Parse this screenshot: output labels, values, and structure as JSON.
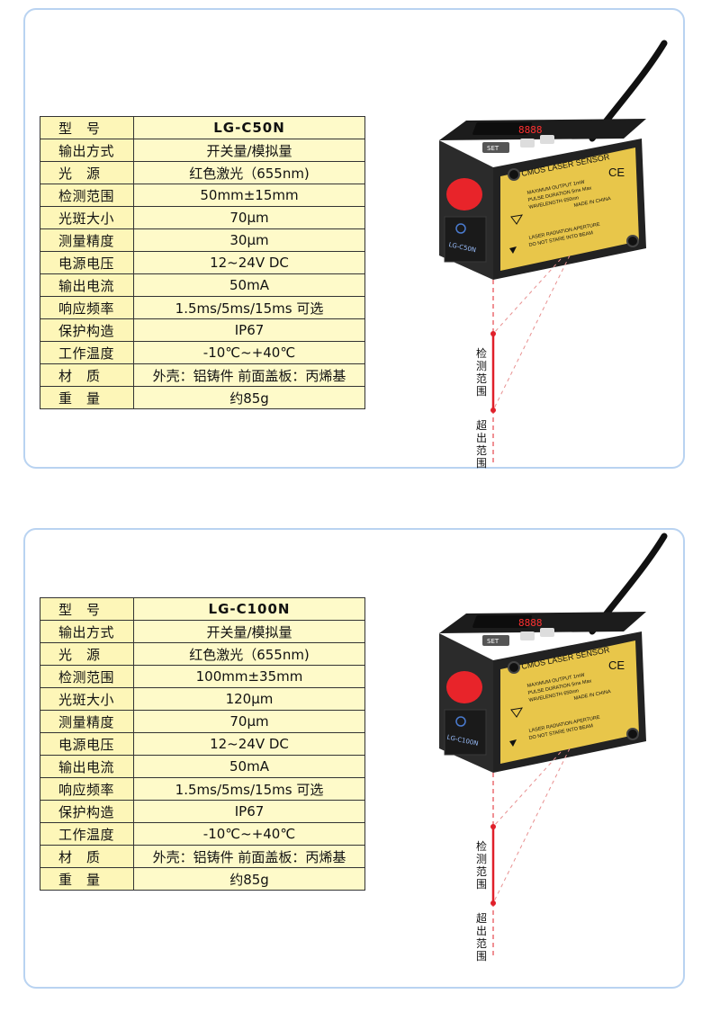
{
  "products": [
    {
      "rows": [
        {
          "label": "型　号",
          "value": "LG-C50N"
        },
        {
          "label": "输出方式",
          "value": "开关量/模拟量"
        },
        {
          "label": "光　源",
          "value": "红色激光（655nm)"
        },
        {
          "label": "检测范围",
          "value": "50mm±15mm"
        },
        {
          "label": "光斑大小",
          "value": "70μm"
        },
        {
          "label": "测量精度",
          "value": "30μm"
        },
        {
          "label": "电源电压",
          "value": "12~24V DC"
        },
        {
          "label": "输出电流",
          "value": "50mA"
        },
        {
          "label": "响应频率",
          "value": "1.5ms/5ms/15ms 可选"
        },
        {
          "label": "保护构造",
          "value": "IP67"
        },
        {
          "label": "工作温度",
          "value": "-10℃~+40℃"
        },
        {
          "label": "材　质",
          "value": "外壳：铝铸件 前面盖板：丙烯基"
        },
        {
          "label": "重　量",
          "value": "约85g"
        }
      ],
      "device": {
        "model_label": "LG-C50N",
        "title": "CMOS LASER SENSOR",
        "spec_lines": [
          "MAXIMUM OUTPUT 1mW",
          "PULSE DURATION 5ms Max",
          "WAVELENGTH 650nm"
        ],
        "made_in": "MADE IN CHINA",
        "warning": [
          "LASER RADIATION APERTURE",
          "DO NOT STARE INTO BEAM"
        ],
        "display": "8888",
        "set_btn": "SET",
        "ce": "CE"
      },
      "range_label": "检测范围",
      "beyond_label": "超出范围"
    },
    {
      "rows": [
        {
          "label": "型　号",
          "value": "LG-C100N"
        },
        {
          "label": "输出方式",
          "value": "开关量/模拟量"
        },
        {
          "label": "光　源",
          "value": "红色激光（655nm)"
        },
        {
          "label": "检测范围",
          "value": "100mm±35mm"
        },
        {
          "label": "光斑大小",
          "value": "120μm"
        },
        {
          "label": "测量精度",
          "value": "70μm"
        },
        {
          "label": "电源电压",
          "value": "12~24V DC"
        },
        {
          "label": "输出电流",
          "value": "50mA"
        },
        {
          "label": "响应频率",
          "value": "1.5ms/5ms/15ms 可选"
        },
        {
          "label": "保护构造",
          "value": "IP67"
        },
        {
          "label": "工作温度",
          "value": "-10℃~+40℃"
        },
        {
          "label": "材　质",
          "value": "外壳：铝铸件 前面盖板：丙烯基"
        },
        {
          "label": "重　量",
          "value": "约85g"
        }
      ],
      "device": {
        "model_label": "LG-C100N",
        "title": "CMOS LASER SENSOR",
        "spec_lines": [
          "MAXIMUM OUTPUT 1mW",
          "PULSE DURATION 5ms Max",
          "WAVELENGTH 650nm"
        ],
        "made_in": "MADE IN CHINA",
        "warning": [
          "LASER RADIATION APERTURE",
          "DO NOT STARE INTO BEAM"
        ],
        "display": "8888",
        "set_btn": "SET",
        "ce": "CE"
      },
      "range_label": "检测范围",
      "beyond_label": "超出范围"
    }
  ],
  "colors": {
    "card_border": "#b9d3f1",
    "label_bg": "#fdf6b8",
    "value_bg": "#fefac9",
    "laser": "#e0202a",
    "label_yellow": "#e8c64a",
    "housing": "#2a2a2a"
  }
}
